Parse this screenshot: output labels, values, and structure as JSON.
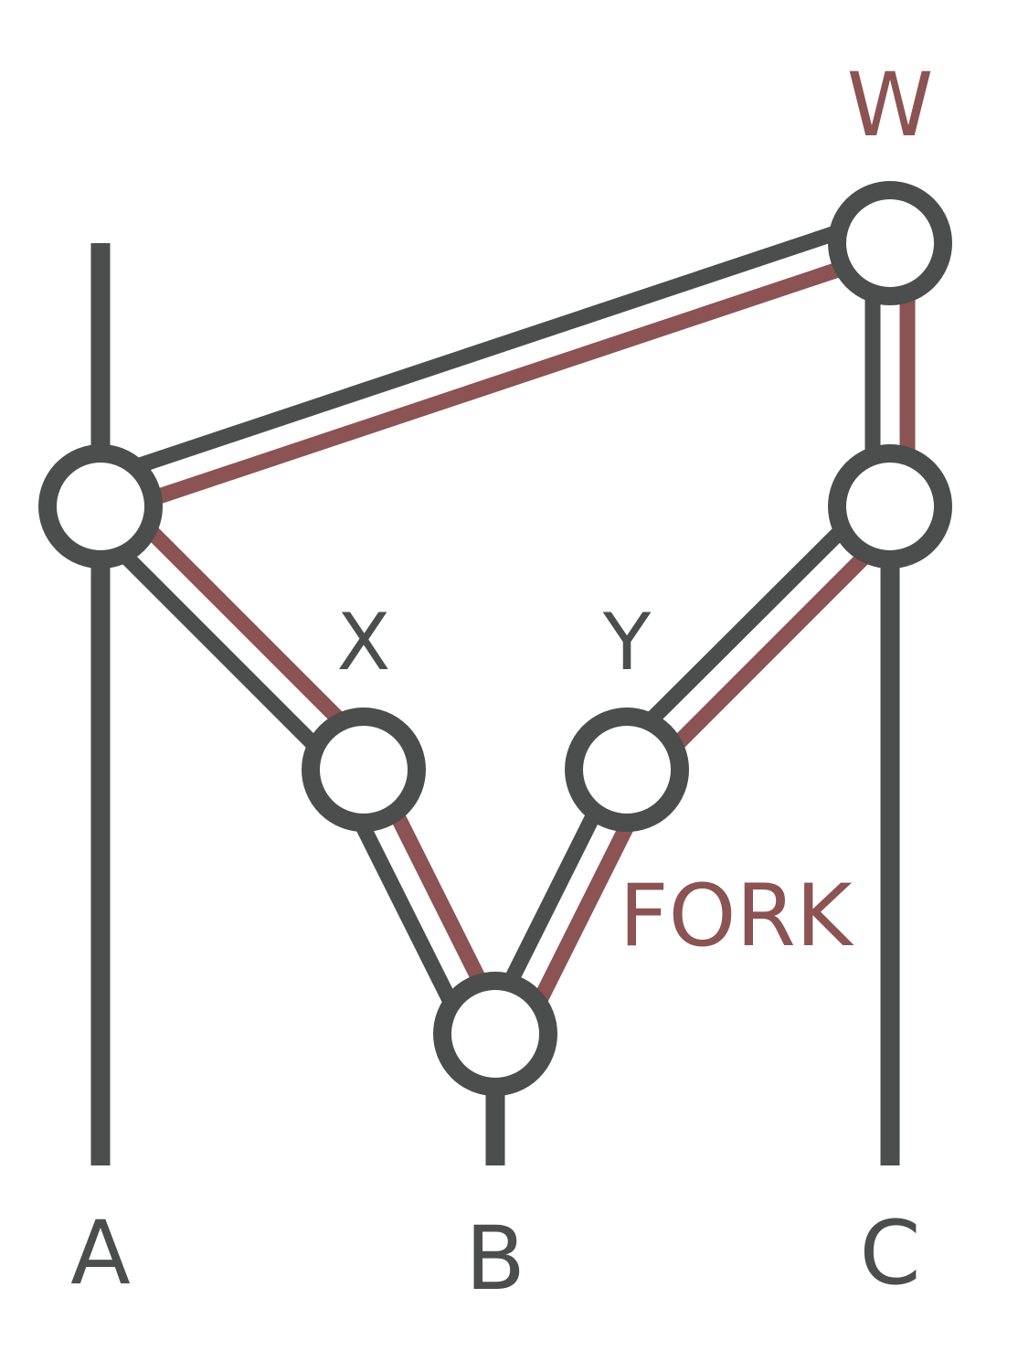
{
  "colors": {
    "dark": "#4b4e4d",
    "accent": "#8b5353",
    "background": "#ffffff"
  },
  "labels": {
    "a": "A",
    "b": "B",
    "c": "C",
    "w": "W",
    "x": "X",
    "y": "Y",
    "fork": "FORK"
  }
}
